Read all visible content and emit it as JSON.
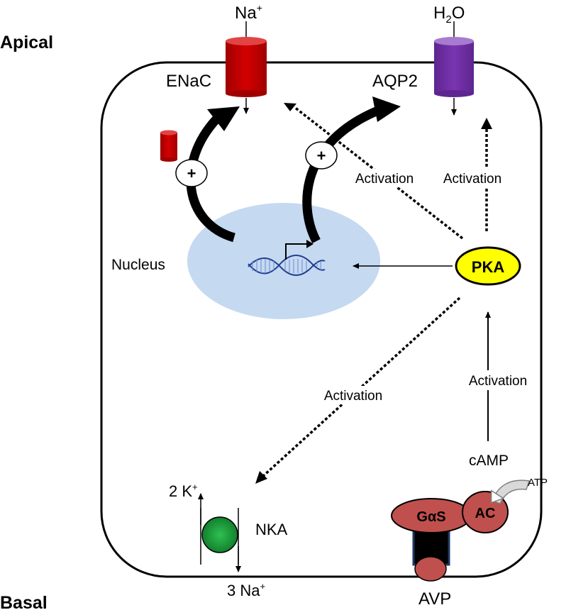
{
  "labels": {
    "apical": "Apical",
    "basal": "Basal",
    "na_top": "Na",
    "na_top_sup": "+",
    "h2o_h": "H",
    "h2o_sub": "2",
    "h2o_o": "O",
    "enac": "ENaC",
    "aqp2": "AQP2",
    "nucleus": "Nucleus",
    "pka": "PKA",
    "activation_enac": "Activation",
    "activation_aqp2": "Activation",
    "activation_nka": "Activation",
    "activation_camp": "Activation",
    "camp": "cAMP",
    "atp": "ATP",
    "gas": "GαS",
    "ac": "AC",
    "avp": "AVP",
    "nka": "NKA",
    "k_in": "2 K",
    "k_sup": "+",
    "na_out": "3 Na",
    "na_out_sup": "+",
    "plus_left": "+",
    "plus_right": "+"
  },
  "colors": {
    "enac": "#c00000",
    "aqp2": "#7030a0",
    "nucleus": "#c5d9f1",
    "pka": "#ffff00",
    "nka": "#1aa33c",
    "receptor": "#c0504d",
    "avp_cap": "#1f3864"
  }
}
